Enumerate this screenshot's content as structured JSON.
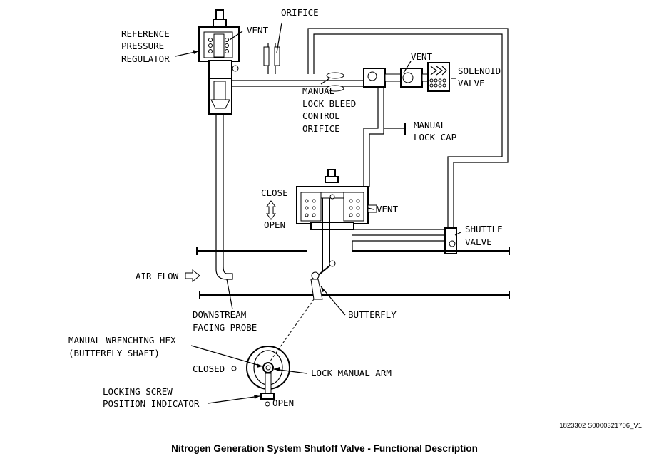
{
  "labels": {
    "orifice": "ORIFICE",
    "vent_regulator": "VENT",
    "ref_line1": "REFERENCE",
    "ref_line2": "PRESSURE",
    "ref_line3": "REGULATOR",
    "vent_solenoid": "VENT",
    "solenoid_line1": "SOLENOID",
    "solenoid_line2": "VALVE",
    "bleed_line1": "MANUAL",
    "bleed_line2": "LOCK BLEED",
    "bleed_line3": "CONTROL",
    "bleed_line4": "ORIFICE",
    "lockcap_line1": "MANUAL",
    "lockcap_line2": "LOCK CAP",
    "close": "CLOSE",
    "open": "OPEN",
    "vent_actuator": "VENT",
    "shuttle_line1": "SHUTTLE",
    "shuttle_line2": "VALVE",
    "air_flow": "AIR FLOW",
    "butterfly": "BUTTERFLY",
    "probe_line1": "DOWNSTREAM",
    "probe_line2": "FACING PROBE",
    "hex_line1": "MANUAL WRENCHING HEX",
    "hex_line2": "(BUTTERFLY SHAFT)",
    "closed": "CLOSED",
    "lock_arm": "LOCK MANUAL ARM",
    "screw_line1": "LOCKING SCREW",
    "screw_line2": "POSITION INDICATOR",
    "open_indicator": "OPEN"
  },
  "figure_id": "1823302 S0000321706_V1",
  "caption": "Nitrogen Generation System Shutoff Valve - Functional Description"
}
